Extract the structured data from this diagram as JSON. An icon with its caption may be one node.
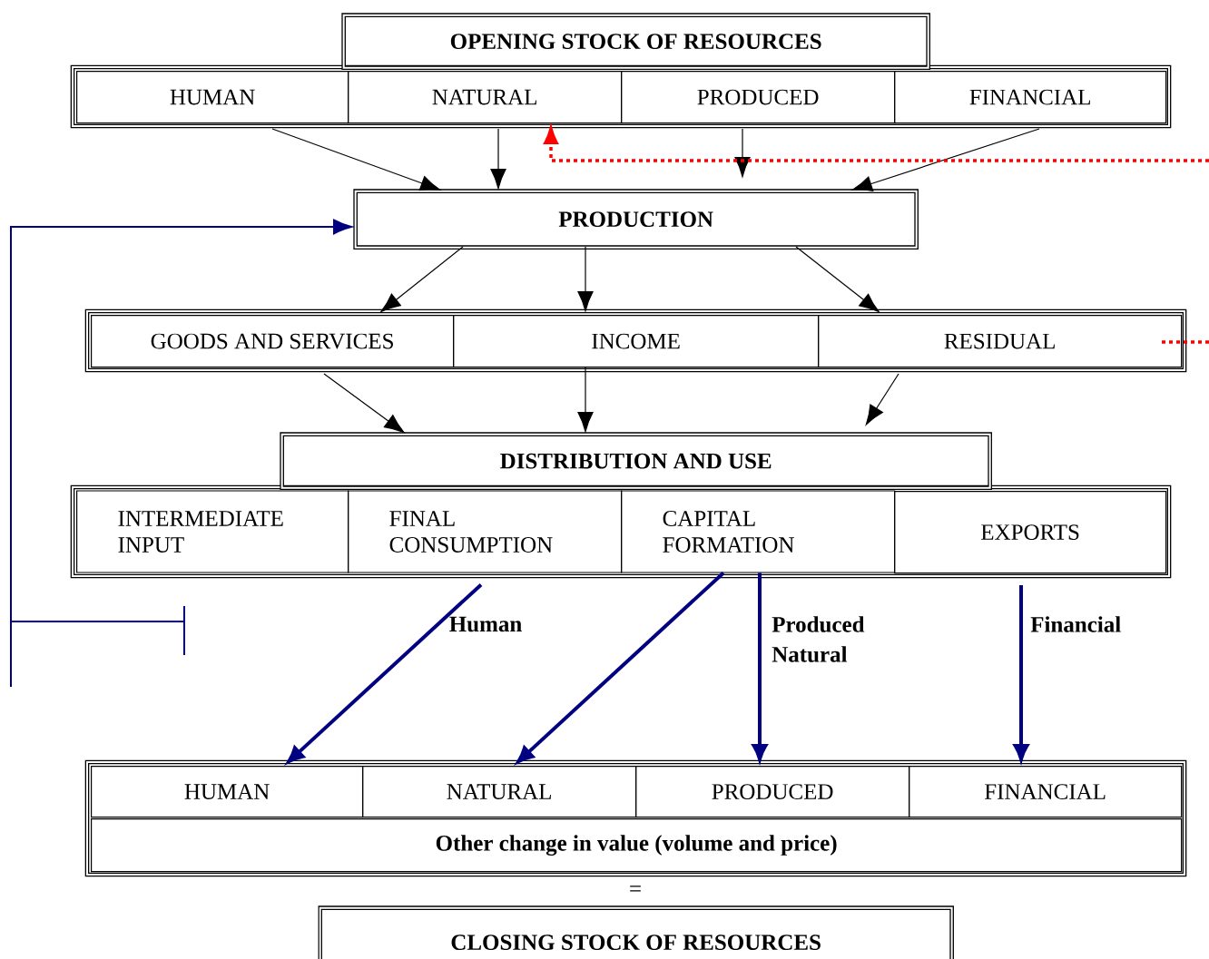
{
  "diagram": {
    "nodes": [
      {
        "text": [
          "OPENING STOCK OF RESOURCES"
        ]
      },
      {
        "text": [
          "HUMAN"
        ]
      },
      {
        "text": [
          "NATURAL"
        ]
      },
      {
        "text": [
          "PRODUCED"
        ]
      },
      {
        "text": [
          "FINANCIAL"
        ]
      },
      {
        "text": [
          "PRODUCTION"
        ]
      },
      {
        "text": [
          "GOODS AND SERVICES"
        ]
      },
      {
        "text": [
          "INCOME"
        ]
      },
      {
        "text": [
          "RESIDUAL"
        ]
      },
      {
        "text": [
          "DISTRIBUTION AND USE"
        ]
      },
      {
        "text": [
          "INTERMEDIATE INPUT"
        ]
      },
      {
        "text": [
          "FINAL CONSUMPTION"
        ]
      },
      {
        "text": [
          "CAPITAL FORMATION"
        ]
      },
      {
        "text": [
          "EXPORTS"
        ]
      },
      {
        "text": [
          "HUMAN"
        ]
      },
      {
        "text": [
          "NATURAL"
        ]
      },
      {
        "text": [
          "PRODUCED"
        ]
      },
      {
        "text": [
          "FINANCIAL"
        ]
      },
      {
        "text": [
          "Other change in value  (volume and price)"
        ]
      },
      {
        "text": [
          "CLOSING STOCK OF RESOURCES"
        ]
      }
    ],
    "edges": [
      {
        "from": 1,
        "to": 5,
        "arrow": "to"
      },
      {
        "from": 2,
        "to": 5,
        "arrow": "to"
      },
      {
        "from": 3,
        "to": 5,
        "arrow": "to"
      },
      {
        "from": 4,
        "to": 5,
        "arrow": "to"
      },
      {
        "from": 5,
        "to": 6,
        "arrow": "to"
      },
      {
        "from": 5,
        "to": 7,
        "arrow": "to"
      },
      {
        "from": 5,
        "to": 8,
        "arrow": "to"
      },
      {
        "from": 6,
        "to": 9,
        "arrow": "to"
      },
      {
        "from": 7,
        "to": 9,
        "arrow": "to"
      },
      {
        "from": 8,
        "to": 9,
        "arrow": "to"
      },
      {
        "from": null,
        "to": 2,
        "arrow": "to",
        "style": "dashed",
        "color": "#ff0000"
      },
      {
        "from": 8,
        "to": null,
        "arrow": "none",
        "style": "dashed",
        "color": "#ff0000"
      },
      {
        "from": null,
        "to": 5,
        "arrow": "to",
        "color": "#000080"
      },
      {
        "from": 11,
        "to": 14,
        "arrow": "to",
        "style": "thick",
        "color": "#000080"
      },
      {
        "from": 12,
        "to": 15,
        "arrow": "to",
        "style": "thick",
        "color": "#000080"
      },
      {
        "from": 12,
        "to": 16,
        "arrow": "to",
        "style": "thick",
        "color": "#000080"
      },
      {
        "from": 13,
        "to": 17,
        "arrow": "to",
        "style": "thick",
        "color": "#000080"
      }
    ],
    "labels": [
      "Human",
      "Produced",
      "Natural",
      "Financial",
      "="
    ]
  }
}
